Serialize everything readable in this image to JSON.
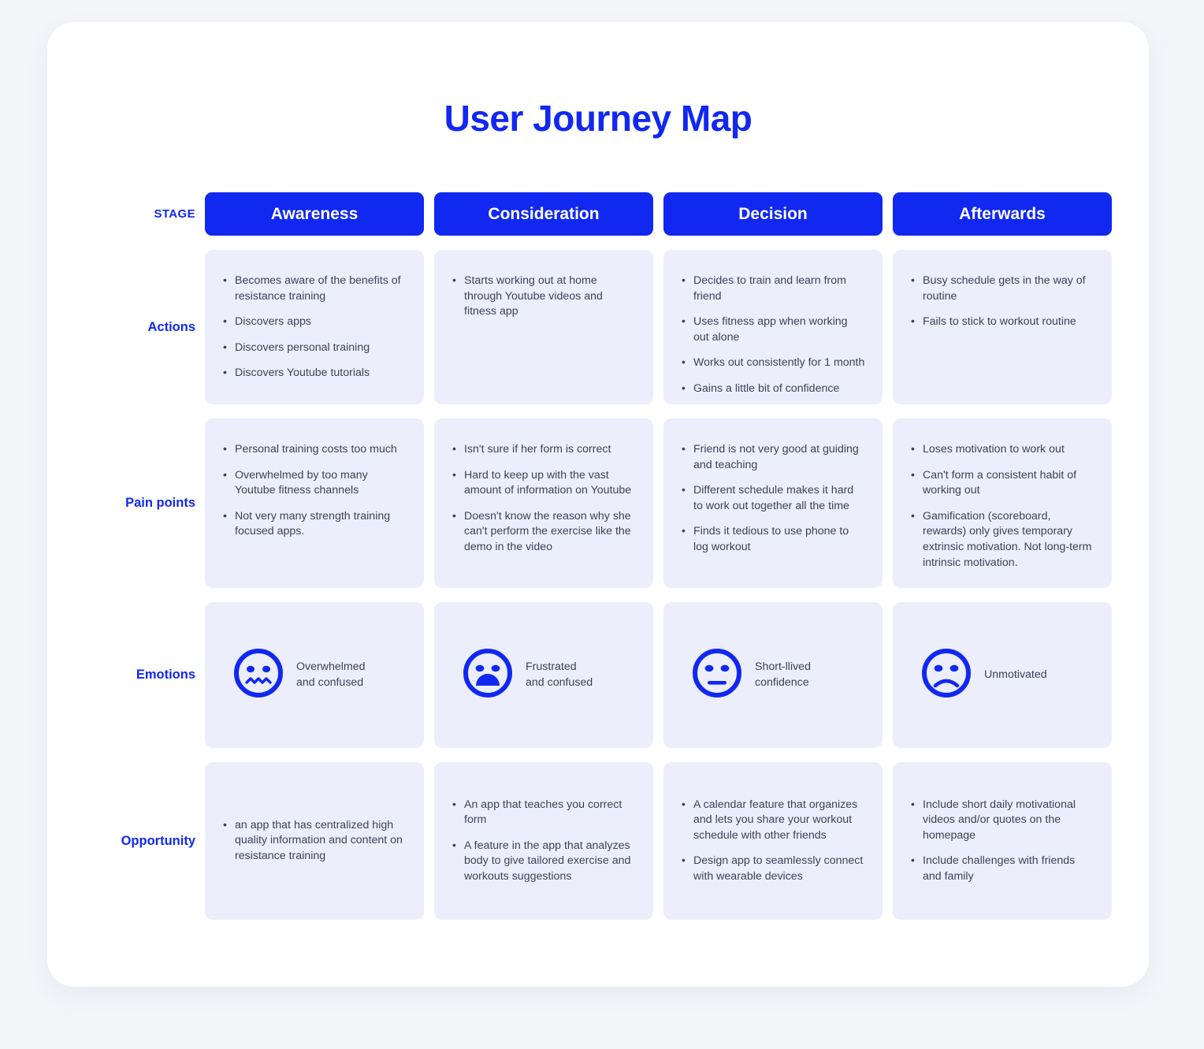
{
  "title": "User Journey Map",
  "colors": {
    "accent": "#1128f0",
    "card_bg": "#eceefb",
    "page_bg": "#f3f5f9",
    "board_bg": "#ffffff",
    "body_text": "#3c4257"
  },
  "stage_row_label": "STAGE",
  "stages": [
    {
      "label": "Awareness"
    },
    {
      "label": "Consideration"
    },
    {
      "label": "Decision"
    },
    {
      "label": "Afterwards"
    }
  ],
  "rows": {
    "actions": {
      "label": "Actions",
      "cells": [
        [
          "Becomes aware of the benefits of resistance training",
          "Discovers apps",
          "Discovers personal training",
          "Discovers Youtube tutorials"
        ],
        [
          "Starts working out at home through Youtube videos and fitness app"
        ],
        [
          "Decides to train and learn from friend",
          "Uses fitness app when working out alone",
          "Works out consistently for 1 month",
          "Gains a little bit of confidence"
        ],
        [
          "Busy schedule gets in the way of routine",
          "Fails to stick to workout routine"
        ]
      ]
    },
    "pain_points": {
      "label": "Pain points",
      "cells": [
        [
          "Personal training costs too much",
          "Overwhelmed by too many Youtube fitness channels",
          "Not very many strength training focused apps."
        ],
        [
          "Isn't sure if her form is correct",
          "Hard to keep up with the vast amount of information on Youtube",
          "Doesn't know the reason why she can't perform the exercise like the demo in the video"
        ],
        [
          "Friend is not very good at guiding and teaching",
          "Different schedule makes it hard to work out together all the time",
          "Finds it tedious to use phone to log workout"
        ],
        [
          "Loses motivation to work out",
          "Can't form a consistent habit of working out",
          "Gamification (scoreboard, rewards) only gives temporary extrinsic motivation. Not long-term intrinsic motivation."
        ]
      ]
    },
    "emotions": {
      "label": "Emotions",
      "cells": [
        {
          "icon": "face-confused-icon",
          "mood": "squiggle",
          "label": "Overwhelmed\nand confused"
        },
        {
          "icon": "face-frustrated-icon",
          "mood": "openfrown",
          "label": "Frustrated\nand confused"
        },
        {
          "icon": "face-neutral-icon",
          "mood": "neutral",
          "label": "Short-llived\nconfidence"
        },
        {
          "icon": "face-sad-icon",
          "mood": "frown",
          "label": "Unmotivated"
        }
      ]
    },
    "opportunity": {
      "label": "Opportunity",
      "cells": [
        [
          "an app that has centralized high quality information and content on resistance training"
        ],
        [
          "An app that teaches you correct form",
          "A feature in the app that analyzes body to give tailored exercise and workouts suggestions"
        ],
        [
          "A calendar feature that organizes and lets you share your workout schedule with other friends",
          "Design app to seamlessly connect with wearable devices"
        ],
        [
          "Include short daily motivational videos and/or quotes on the homepage",
          "Include challenges with friends and family"
        ]
      ]
    }
  }
}
